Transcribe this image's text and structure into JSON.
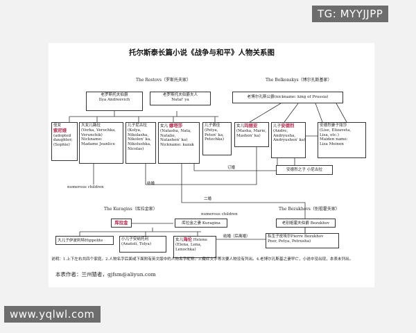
{
  "watermarks": {
    "top_right": "TG: MYYJJPP",
    "bottom_left": "www.yqlwl.com"
  },
  "title": "托尔斯泰长篇小说《战争与和平》人物关系图",
  "families": {
    "rostov": "The Rostovs（罗斯托夫家）",
    "bolkonsky": "The Bolkonskys（博尔孔斯基家）",
    "kuragin": "The Kuragins（库拉金家）",
    "bezukhov": "The Bezukhovs（别祖霍夫家）"
  },
  "people": {
    "count_rostov": [
      "老罗斯托夫伯爵",
      "Ilya Andreevich"
    ],
    "countess_rostov": [
      "老罗斯托夫伯爵夫人",
      "Natal' ya"
    ],
    "old_bolkonsky": [
      "老博尔孔斯公爵(nickname: king of Prussia)"
    ],
    "sonya": [
      "侄女",
      "索尼娅",
      "(adopted",
      "daughter;",
      "(Sophie)"
    ],
    "vera": [
      "大女儿薇拉",
      "(Verka, Verochka,",
      "Verunchik)",
      "Nickname:",
      "Madame Jeanlice"
    ],
    "nikolai": [
      "儿子尼古拉",
      "(Kolya,",
      "Nikolasha,",
      "Nikolen' ka,",
      "Nikolushka,",
      "Nicolas)"
    ],
    "natasha": [
      "女儿",
      "娜塔莎",
      "(Natasha, Nata,",
      "Natalie,",
      "Natashen' ka)",
      "Nickname: kazak"
    ],
    "petya": [
      "儿子佩佳",
      "(Petya,",
      "Peten' ka,",
      "Petechka)"
    ],
    "marya": [
      "女儿",
      "玛丽亚",
      "(Masha, Marie,",
      "Mashen' ka)"
    ],
    "andrei": [
      "儿子",
      "安德烈",
      "(Andre,",
      "Andryusha,",
      "Andryushen' ka)"
    ],
    "lise": [
      "安德烈妻子丽莎",
      "(Lise, Elizaveta,",
      "Lisa, etc.)",
      "Maiden name:",
      "Liza Meinen"
    ],
    "andrei_son": [
      "安德烈之子  小尼古拉"
    ],
    "kuragin_prince": [
      "库拉金"
    ],
    "kuragin_wife": [
      "库拉金之妻 Kuragina"
    ],
    "ippolit": [
      "大儿子伊波利特Hippolite"
    ],
    "anatole": [
      "小儿子安纳托利",
      "(Anatoli, Tolya)"
    ],
    "helene": [
      "女儿",
      "海伦",
      " Helene",
      "(Elena, Lena,",
      "Lenochka)"
    ],
    "old_bezukhov": [
      "老别祖霍夫伯爵 Bezukhov"
    ],
    "pierre": [
      "私生子皮埃尔Pierre Bezukhov",
      "Peer, Petya, Petrusha)"
    ]
  },
  "labels": {
    "engaged": "订婚",
    "married1": "结婚",
    "second_marriage": "二婚",
    "married_divorced": "结婚（后离婚）",
    "numerous_children": "numerous children"
  },
  "footnote": "说明：1.上下左右共四个家庭。2.人物名字后面或下面附有英文版中的人物名字昵称。3.藏红文字等次要人物没有列出。4.老博尔孔斯基之妻早亡，小说中没出现，本表未列出。",
  "author": "本表作者：兰州猿者，gjfsm@aliyun.com",
  "colors": {
    "highlight_name": "#b5264a",
    "line": "#333333",
    "paper": "#ffffff"
  }
}
